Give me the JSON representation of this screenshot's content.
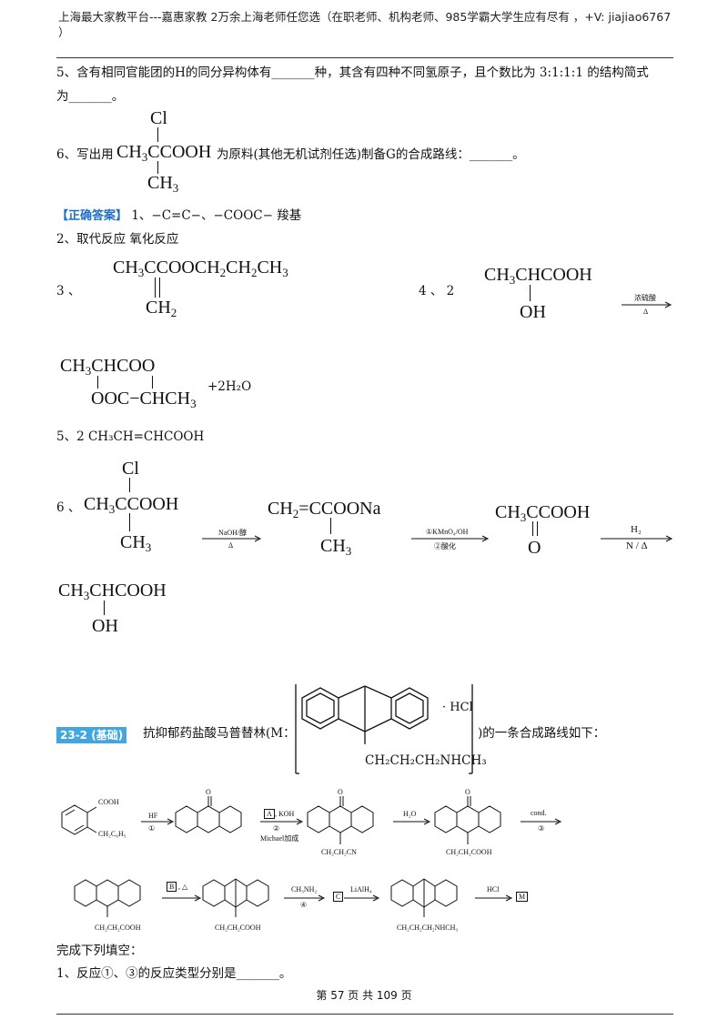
{
  "header": {
    "text": "上海最大家教平台---嘉惠家教   2万余上海老师任您选（在职老师、机构老师、985学霸大学生应有尽有 ，+V:  jiajiao6767 ）"
  },
  "q5": {
    "line1": "5、含有相同官能团的H的同分异构体有_______种，其含有四种不同氢原子，且个数比为 3:1:1:1 的结构简式",
    "line2": "为_______。"
  },
  "q6": {
    "prefix": "6、写出用",
    "suffix": "为原料(其他无机试剂任选)制备G的合成路线：_______。",
    "cl": "Cl",
    "formula": "CH",
    "sub3": "3",
    "rest": "CCOOH",
    "ch": "CH",
    "ch3sub": "3"
  },
  "answer": {
    "tag": "【正确答案】",
    "a1": "1、−C=C−、−COOC−     羧基",
    "a2": "2、取代反应     氧化反应",
    "a3_label": "3    、",
    "a3_formula": [
      "CH",
      "3",
      "CCOOCH",
      "2",
      "CH",
      "2",
      "CH",
      "3"
    ],
    "a3_bottom": [
      "CH",
      "2"
    ],
    "a4_label": "4    、   2",
    "a4_formula": [
      "CH",
      "3",
      "CHCOOH"
    ],
    "a4_oh": "OH",
    "a4_arrow": "浓硫酸",
    "a4_delta": "Δ",
    "a4_p1": [
      "CH",
      "3",
      "CHCOO"
    ],
    "a4_p2": [
      "OOC",
      "−",
      "CHCH",
      "3"
    ],
    "a4_water": "+2H₂O",
    "a5": "5、2     CH₃CH=CHCOOH",
    "a6_label": "6 、",
    "a6_arrow1_top": "NaOH/醇",
    "a6_arrow1_bottom": "Δ",
    "a6_prod1": [
      "CH",
      "2",
      "=CCOONa"
    ],
    "a6_prod1_ch3": [
      "CH",
      "3"
    ],
    "a6_arrow2_top": "①KMnO₄/OH",
    "a6_arrow2_bottom": "②酸化",
    "a6_prod2": [
      "CH",
      "3",
      "CCOOH"
    ],
    "a6_prod2_o": "O",
    "a6_arrow3_top": "H₂",
    "a6_arrow3_bottom": "N / Δ",
    "a6_final": [
      "CH",
      "3",
      "CHCOOH"
    ],
    "a6_final_oh": "OH"
  },
  "q23": {
    "badge": "23-2 (基础)",
    "text1": "抗抑郁药盐酸马普替林(M：",
    "text2": ")的一条合成路线如下：",
    "hcl": "· HCl",
    "chain": "CH₂CH₂CH₂NHCH₃"
  },
  "route": {
    "sm_cooh": "COOH",
    "sm_sub": "CH₂C₆H₅",
    "r1_top": "HF",
    "r1_bottom": "①",
    "r2_box": "A",
    "r2_top": ", KOH",
    "r2_mid": "②",
    "r2_bottom": "Michael加成",
    "p2_sub": "CH₂CH₂CN",
    "r3_top": "H₂O",
    "p3_sub": "CH₂CH₂COOH",
    "r4_top": "cond.",
    "r4_bottom": "③",
    "p4_sub": "CH₂CH₂COOH",
    "r5_box": "B",
    "r5_top": ", △",
    "p5_sub": "CH₂CH₂COOH",
    "r6_top": "CH₃NH₂",
    "r6_bottom": "④",
    "box_c": "C",
    "r7_top": "LiAlH₄",
    "p7_sub": "CH₂CH₂CH₂NHCH₃",
    "r8_top": "HCl",
    "box_m": "M",
    "o": "O"
  },
  "fill": {
    "title": "完成下列填空：",
    "q1": "1、反应①、③的反应类型分别是_______。"
  },
  "footer": {
    "text": "第 57 页 共 109 页"
  }
}
